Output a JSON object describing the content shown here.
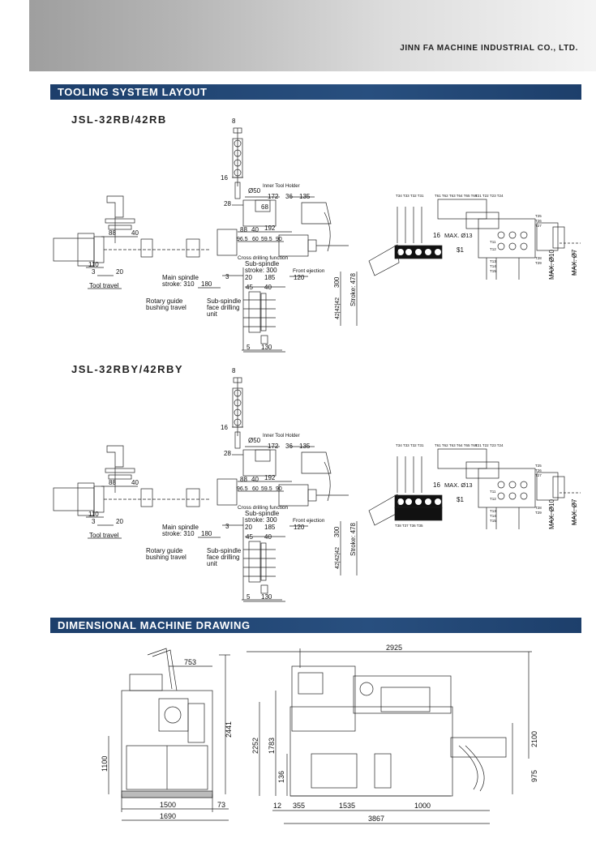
{
  "header": {
    "company": "JINN FA MACHINE INDUSTRIAL CO., LTD."
  },
  "sections": {
    "tooling": "TOOLING SYSTEM LAYOUT",
    "dimensional": "DIMENSIONAL MACHINE DRAWING"
  },
  "models": {
    "a": "JSL-32RB/42RB",
    "b": "JSL-32RBY/42RBY"
  },
  "tooling_labels": {
    "d8": "8",
    "d16": "16",
    "d28": "28",
    "d50": "Ø50",
    "inner_holder": "Inner Tool Holder",
    "d172": "172",
    "d36": "36",
    "d135": "135",
    "d68": "68",
    "d88a": "88",
    "d40a": "40",
    "d88b": "88",
    "d40b": "40",
    "d192": "192",
    "d965": "96.5",
    "d60": "60",
    "d595": "59.5",
    "d90": "90",
    "cross_drill": "Cross drilling function",
    "sub_spindle": "Sub-spindle",
    "stroke300": "stroke: 300",
    "front_ejection": "Front ejection",
    "d110": "110",
    "d3a": "3",
    "d20a": "20",
    "tool_travel": "Tool travel",
    "main_spindle": "Main spindle",
    "stroke310": "stroke: 310",
    "d180": "180",
    "d3b": "3",
    "d20b": "20",
    "d185": "185",
    "d120": "120",
    "d45": "45",
    "d40c": "40",
    "d300": "300",
    "stroke478": "Stroke: 478",
    "d4242": "42|42|42",
    "rotary_guide": "Rotary guide",
    "bushing_travel": "bushing travel",
    "sub_drilling": "Sub-spindle",
    "face_drilling": "face drilling",
    "unit": "unit",
    "d5": "5",
    "d130": "130",
    "max13": "MAX. Ø13",
    "d16r": "16",
    "s1": "$1",
    "max10": "MAX. Ø10",
    "max7": "MAX. Ø7",
    "t_top": "T34 T33 T32 T31",
    "t_mid": "T61 T62 T63 T64 T65 T66",
    "t_right": "T21 T22 T23 T24",
    "t_11": "T11",
    "t_12": "T12",
    "t_13": "T13",
    "t_14": "T14",
    "t_15": "T15",
    "t_25": "T25",
    "t_26": "T26",
    "t_27": "T27",
    "t_28": "T28",
    "t_29": "T29",
    "t_bottom": "T38 T37 T36 T35"
  },
  "dimensions": {
    "d753": "753",
    "d2441": "2441",
    "d1100": "1100",
    "d1500": "1500",
    "d73": "73",
    "d1690": "1690",
    "d2925": "2925",
    "d2252": "2252",
    "d1783": "1783",
    "d136": "136",
    "d12": "12",
    "d355": "355",
    "d1535": "1535",
    "d1000": "1000",
    "d3867": "3867",
    "d2100": "2100",
    "d975": "975"
  }
}
